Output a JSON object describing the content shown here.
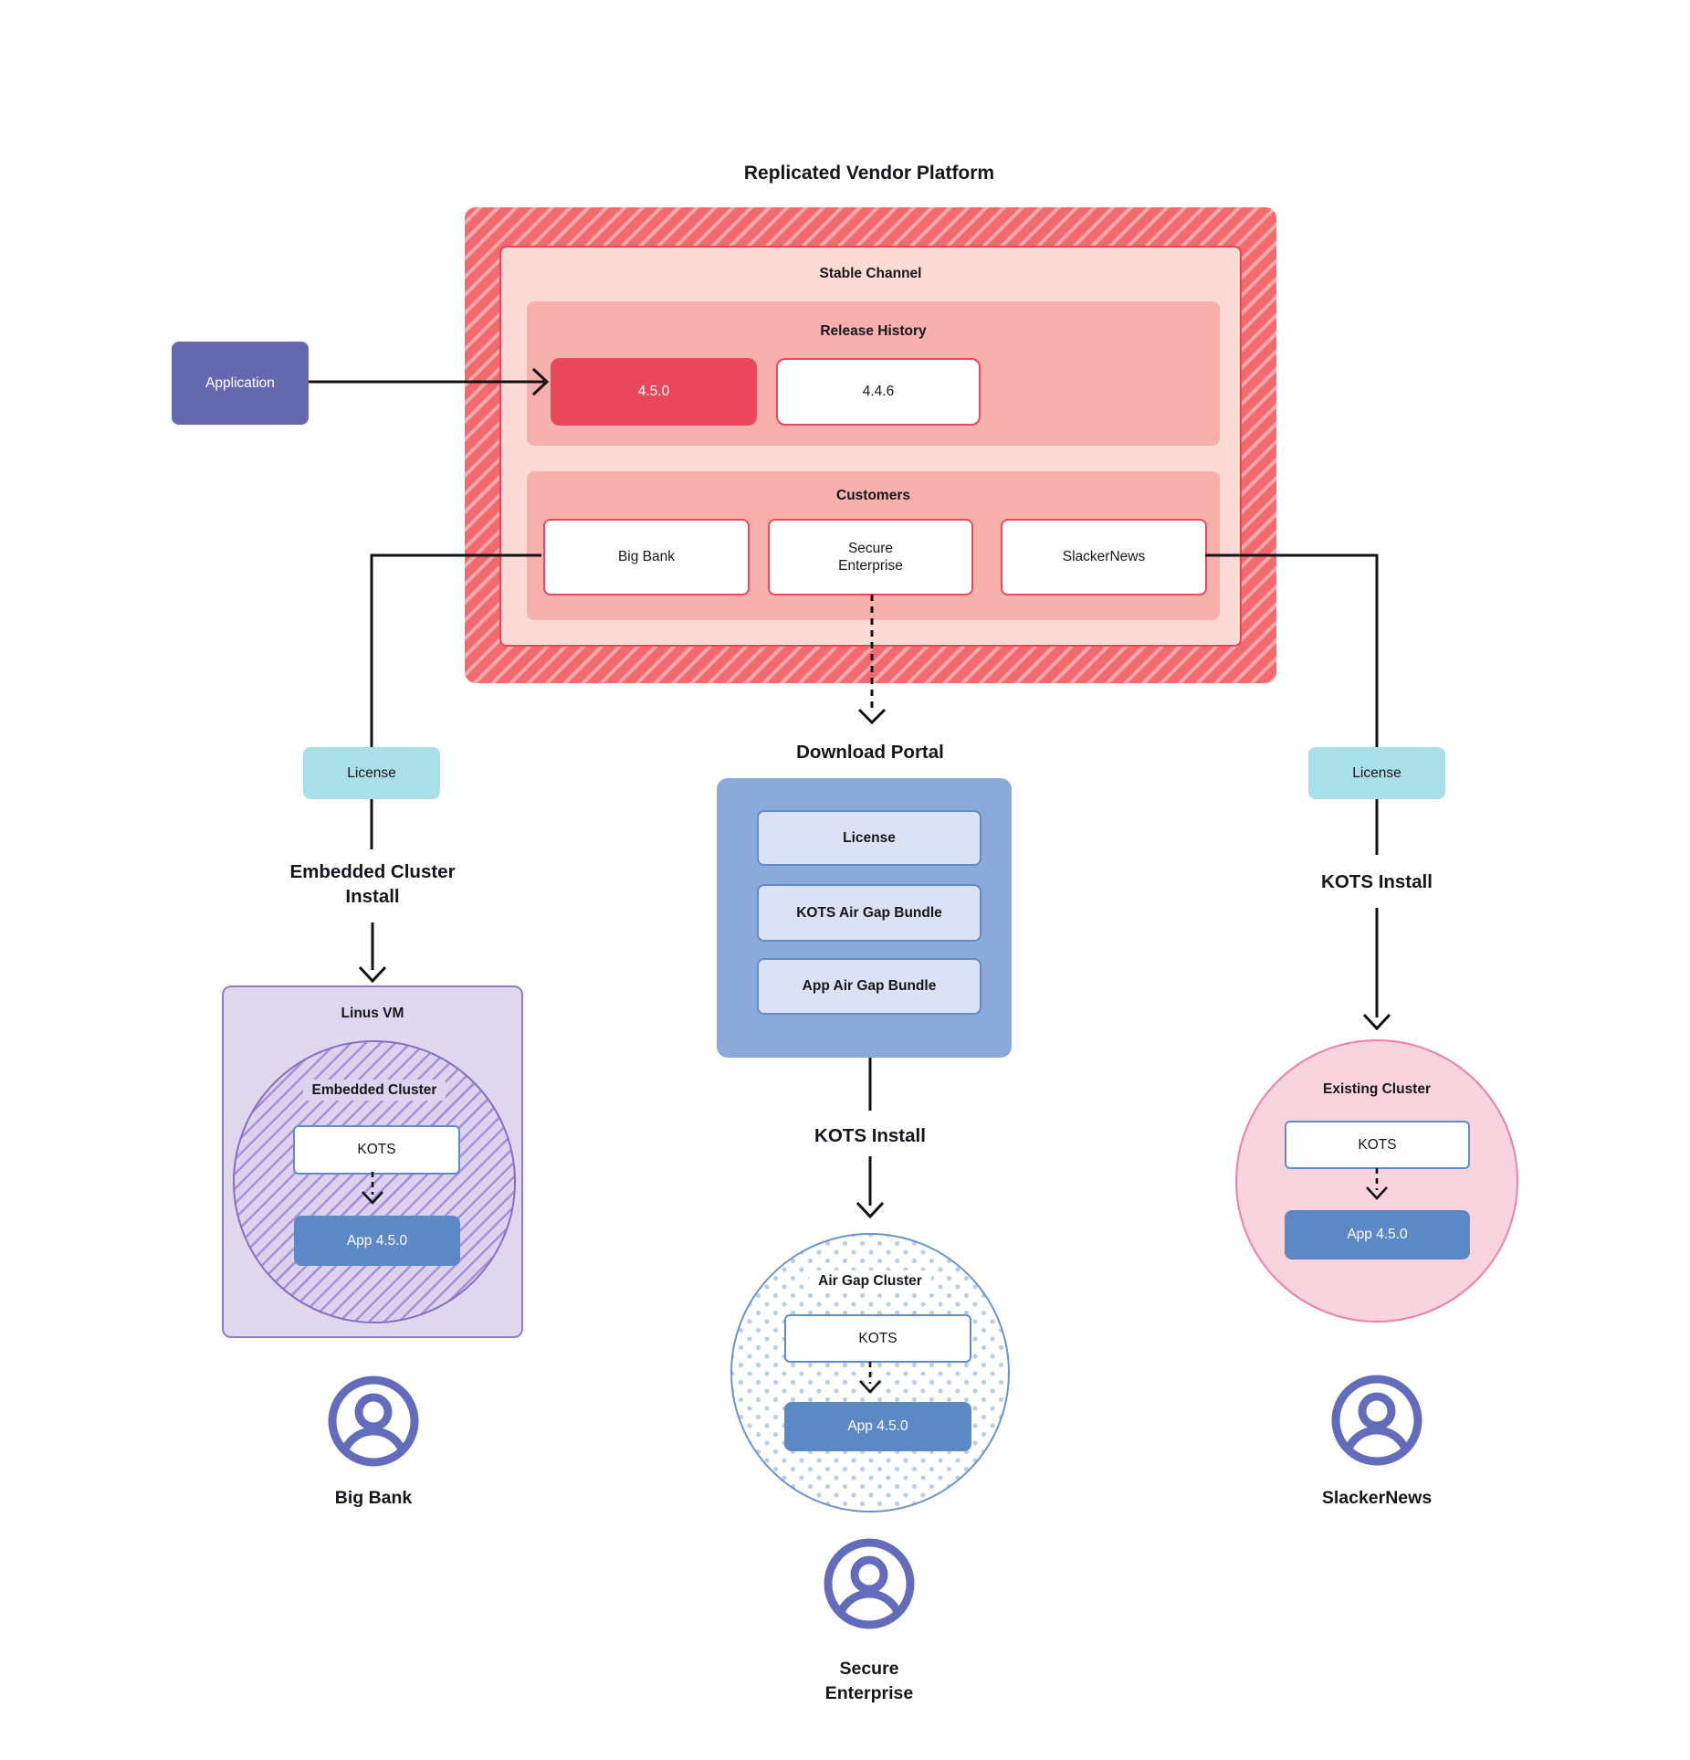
{
  "title": "Replicated Vendor Platform",
  "application": {
    "label": "Application"
  },
  "platform": {
    "stable_channel_label": "Stable Channel",
    "release_history": {
      "label": "Release History",
      "releases": [
        "4.5.0",
        "4.4.6"
      ]
    },
    "customers": {
      "label": "Customers",
      "items": [
        "Big Bank",
        "Secure\nEnterprise",
        "SlackerNews"
      ]
    }
  },
  "left_branch": {
    "license_label": "License",
    "install_label": "Embedded Cluster\nInstall",
    "vm_label": "Linus VM",
    "cluster_label": "Embedded Cluster",
    "kots_label": "KOTS",
    "app_label": "App 4.5.0",
    "customer_name": "Big Bank"
  },
  "center_branch": {
    "portal_title": "Download Portal",
    "portal_items": [
      "License",
      "KOTS Air Gap Bundle",
      "App Air Gap Bundle"
    ],
    "install_label": "KOTS Install",
    "cluster_label": "Air Gap Cluster",
    "kots_label": "KOTS",
    "app_label": "App 4.5.0",
    "customer_name": "Secure\nEnterprise"
  },
  "right_branch": {
    "license_label": "License",
    "install_label": "KOTS Install",
    "cluster_label": "Existing Cluster",
    "kots_label": "KOTS",
    "app_label": "App 4.5.0",
    "customer_name": "SlackerNews"
  },
  "colors": {
    "accent_red": "#e9485c",
    "hatch_red_base": "#f2696e",
    "hatch_red_stripe": "#f7a8aa",
    "panel_pink": "#fcdad5",
    "panel_salmon": "#f7b0ab",
    "license_cyan": "#a9dfe8",
    "portal_blue": "#8caad9",
    "portal_item_bg": "#dbe2f6",
    "kots_border_blue": "#5f8cc7",
    "app_blue": "#5c89c6",
    "vm_purple_bg": "#ded7ee",
    "vm_purple_border": "#9478c8",
    "hatch_purple_line": "#a78edb",
    "existing_pink_bg": "#f9d3de",
    "existing_pink_border": "#ee7fa5",
    "application_indigo": "#6568ae",
    "person_indigo": "#626cba"
  }
}
